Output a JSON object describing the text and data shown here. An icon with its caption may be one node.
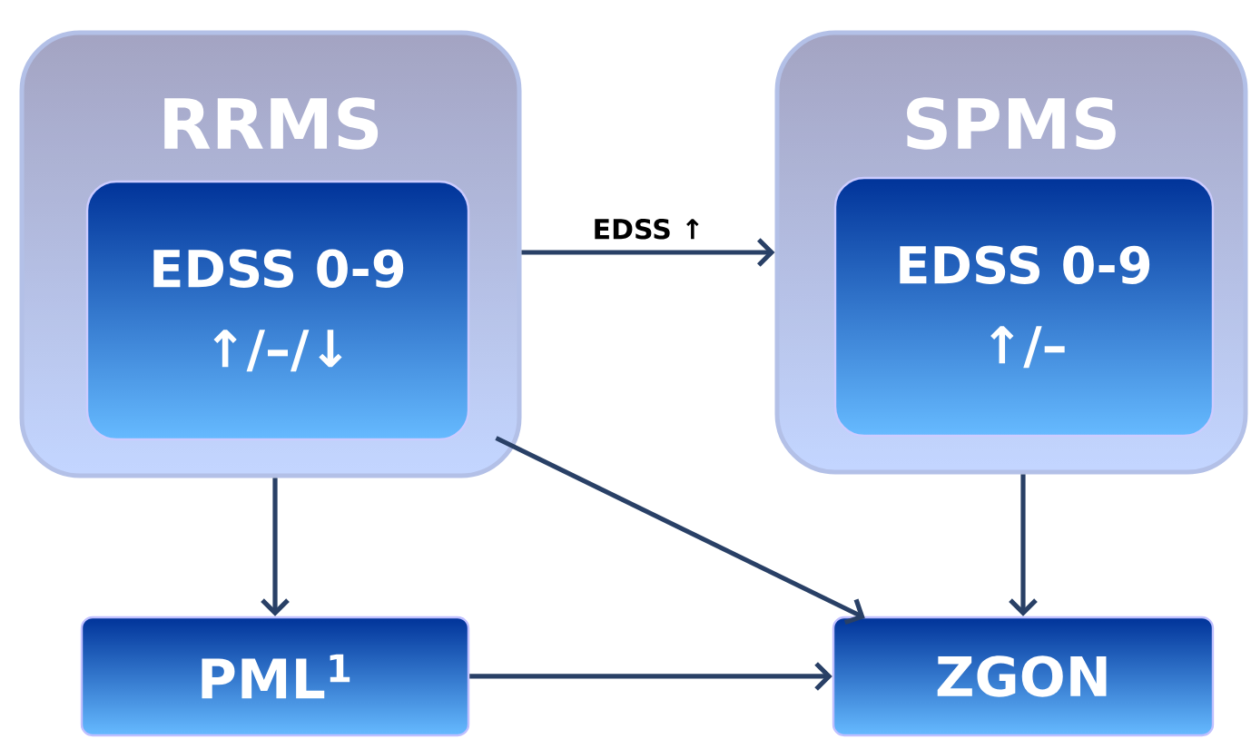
{
  "diagram": {
    "nodes": [
      {
        "text": [
          "RRMS"
        ]
      },
      {
        "text": [
          "EDSS 0-9",
          "↑/–/↓"
        ],
        "in": 0
      },
      {
        "text": [
          "SPMS"
        ]
      },
      {
        "text": [
          "EDSS 0-9",
          "↑/–"
        ],
        "in": 2
      },
      {
        "text": [
          "PML$^{1}$"
        ]
      },
      {
        "text": [
          "ZGON"
        ]
      }
    ],
    "edges": [
      {
        "from": 0,
        "to": 2,
        "arrow": "to",
        "label": "EDSS ↑"
      },
      {
        "from": 0,
        "to": 4,
        "arrow": "to"
      },
      {
        "from": 0,
        "to": 5,
        "arrow": "to"
      },
      {
        "from": 2,
        "to": 5,
        "arrow": "to"
      },
      {
        "from": 4,
        "to": 5,
        "arrow": "to"
      }
    ]
  }
}
